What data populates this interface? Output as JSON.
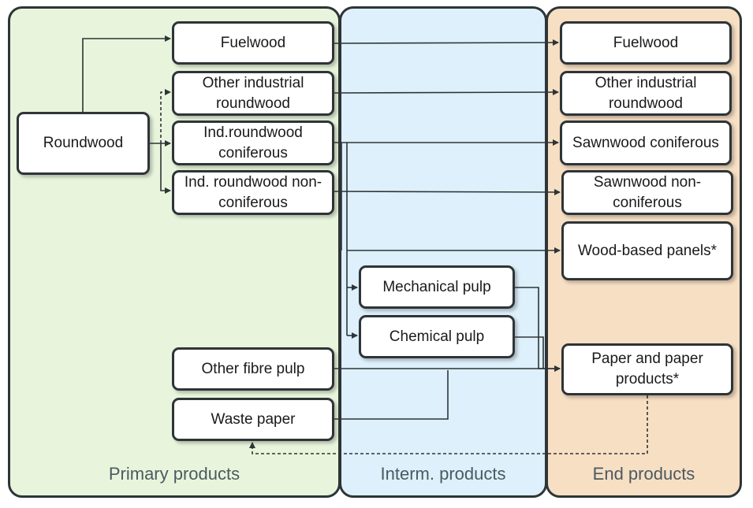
{
  "panels": {
    "primary": "Primary products",
    "interm": "Interm. products",
    "end": "End products"
  },
  "nodes": {
    "roundwood": "Roundwood",
    "fuelwood_primary": "Fuelwood",
    "other_industrial_primary": "Other industrial roundwood",
    "ind_roundwood_coniferous": "Ind.roundwood coniferous",
    "ind_roundwood_nonconiferous": "Ind. roundwood non-coniferous",
    "other_fibre_pulp": "Other fibre pulp",
    "waste_paper": "Waste paper",
    "mechanical_pulp": "Mechanical pulp",
    "chemical_pulp": "Chemical pulp",
    "fuelwood_end": "Fuelwood",
    "other_industrial_end": "Other industrial roundwood",
    "sawnwood_coniferous": "Sawnwood coniferous",
    "sawnwood_nonconiferous": "Sawnwood non-coniferous",
    "wood_based_panels": "Wood-based panels*",
    "paper_products": "Paper and paper products*"
  },
  "colors": {
    "primary_bg": "#e8f5dc",
    "interm_bg": "#ddf0fb",
    "end_bg": "#f7dfc4",
    "stroke": "#2e3437"
  }
}
